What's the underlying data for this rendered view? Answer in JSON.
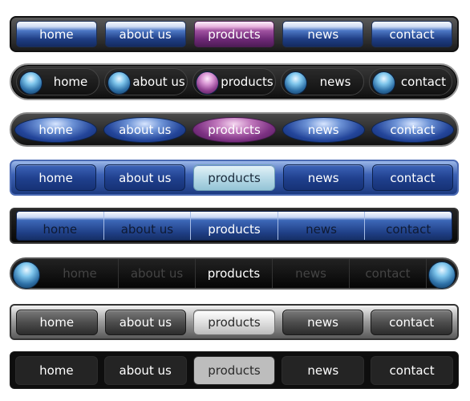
{
  "nav_items": [
    "home",
    "about us",
    "products",
    "news",
    "contact"
  ],
  "selected_item": "products",
  "colors": {
    "blue": "#2a4f9e",
    "purple": "#8e3f90",
    "light_blue": "#b9dbe8",
    "silver": "#e0e0e0",
    "dark": "#0e0e0e"
  },
  "icons": {
    "orb": "glossy-orb-icon"
  }
}
